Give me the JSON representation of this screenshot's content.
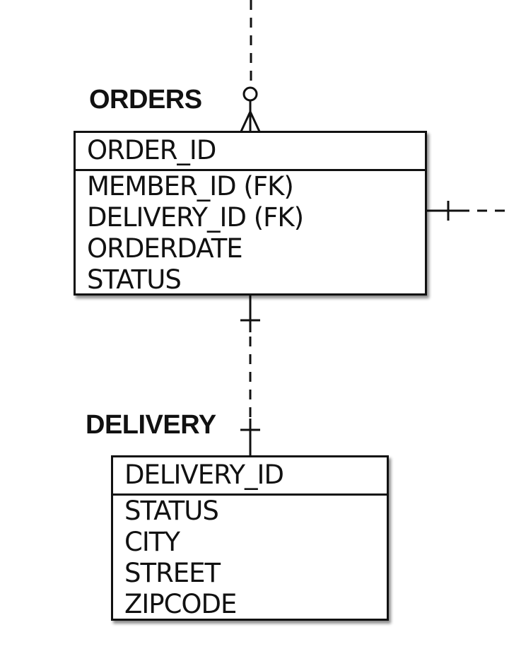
{
  "diagram": {
    "entities": [
      {
        "id": "orders",
        "name": "ORDERS",
        "primary_key": [
          "ORDER_ID"
        ],
        "attributes": [
          "MEMBER_ID (FK)",
          "DELIVERY_ID (FK)",
          "ORDERDATE",
          "STATUS"
        ]
      },
      {
        "id": "delivery",
        "name": "DELIVERY",
        "primary_key": [
          "DELIVERY_ID"
        ],
        "attributes": [
          "STATUS",
          "CITY",
          "STREET",
          "ZIPCODE"
        ]
      }
    ],
    "relationships": [
      {
        "from": "ORDERS",
        "to": "DELIVERY",
        "from_cardinality": "exactly-one",
        "to_cardinality": "exactly-one",
        "line_style": "dashed"
      },
      {
        "from": "ORDERS",
        "to": "off-canvas-entity-top",
        "orders_cardinality": "zero-or-many",
        "line_style": "dashed"
      },
      {
        "from": "ORDERS",
        "to": "off-canvas-entity-right",
        "orders_cardinality": "exactly-one",
        "line_style": "dashed"
      }
    ],
    "colors": {
      "line": "#111111",
      "background": "#ffffff"
    }
  }
}
